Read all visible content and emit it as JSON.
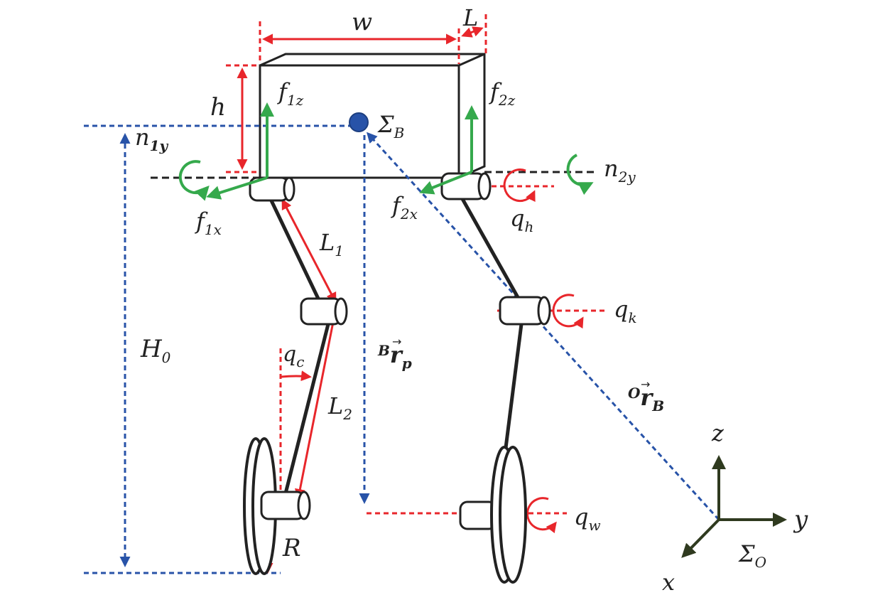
{
  "labels": {
    "w": "w",
    "L": "L",
    "h": "h",
    "f1z": {
      "main": "f",
      "sub": "1z"
    },
    "f2z": {
      "main": "f",
      "sub": "2z"
    },
    "sigmaB": {
      "main": "Σ",
      "sub": "B"
    },
    "n1y": {
      "main": "n",
      "sub": "1y"
    },
    "n2y": {
      "main": "n",
      "sub": "2y"
    },
    "f1x": {
      "main": "f",
      "sub": "1x"
    },
    "f2x": {
      "main": "f",
      "sub": "2x"
    },
    "qh": {
      "main": "q",
      "sub": "h"
    },
    "L1": {
      "main": "L",
      "sub": "1"
    },
    "qk": {
      "main": "q",
      "sub": "k"
    },
    "H0": {
      "main": "H",
      "sub": "0"
    },
    "qc": {
      "main": "q",
      "sub": "c"
    },
    "Brp": {
      "pre": "B",
      "main": "r",
      "sub": "p"
    },
    "L2": {
      "main": "L",
      "sub": "2"
    },
    "Orb": {
      "pre": "O",
      "main": "r",
      "sub": "B"
    },
    "qw": {
      "main": "q",
      "sub": "w"
    },
    "R": "R",
    "z": "z",
    "y": "y",
    "x": "x",
    "sigmaO": {
      "main": "Σ",
      "sub": "O"
    }
  },
  "colors": {
    "red": "#e8262b",
    "green": "#35a94c",
    "blue": "#2853a8",
    "black": "#222222",
    "axis": "#2f3a1f"
  }
}
